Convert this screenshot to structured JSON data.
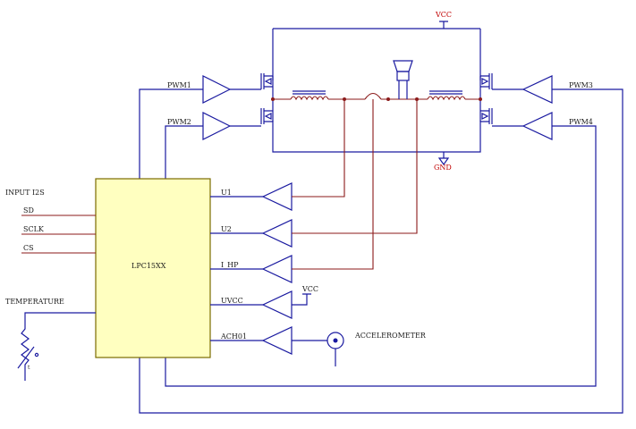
{
  "supply": {
    "vcc_top": "VCC",
    "gnd": "GND",
    "vcc_buffer": "VCC"
  },
  "chip": {
    "label": "LPC15XX"
  },
  "inputs": {
    "title": "INPUT I2S",
    "sd": "SD",
    "sclk": "SCLK",
    "cs": "CS"
  },
  "sensors": {
    "temperature": "TEMPERATURE",
    "thermistor_mark": "t",
    "accelerometer": "ACCELEROMETER"
  },
  "pwm": {
    "pwm1": "PWM1",
    "pwm2": "PWM2",
    "pwm3": "PWM3",
    "pwm4": "PWM4"
  },
  "outputs": {
    "u1": "U1",
    "u2": "U2",
    "i_hp": "I_HP",
    "uvcc": "UVCC",
    "ach01": "ACH01"
  },
  "colors": {
    "wire": "#1a1aa0",
    "signal": "#8b1a1a",
    "chip_fill": "#ffffc0",
    "supply_text": "#c00000"
  }
}
